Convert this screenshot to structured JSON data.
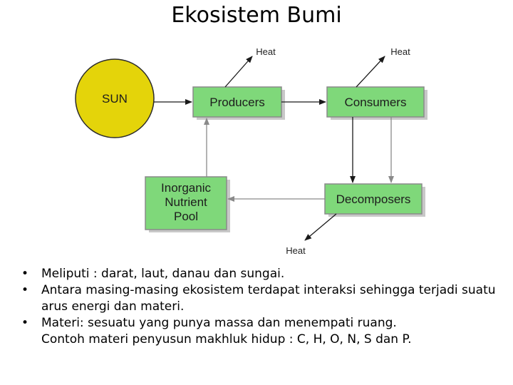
{
  "title": "Ekosistem Bumi",
  "diagram": {
    "sun": "SUN",
    "producers": "Producers",
    "consumers": "Consumers",
    "decomposers": "Decomposers",
    "pool": [
      "Inorganic",
      "Nutrient",
      "Pool"
    ],
    "heat": "Heat"
  },
  "bullets": [
    "Meliputi : darat, laut, danau dan  sungai.",
    "Antara masing-masing ekosistem terdapat interaksi sehingga terjadi suatu arus energi dan materi.",
    "Materi: sesuatu yang punya massa dan menempati ruang."
  ],
  "bullet_continuation": "Contoh materi penyusun makhluk hidup : C, H, O, N, S dan P."
}
